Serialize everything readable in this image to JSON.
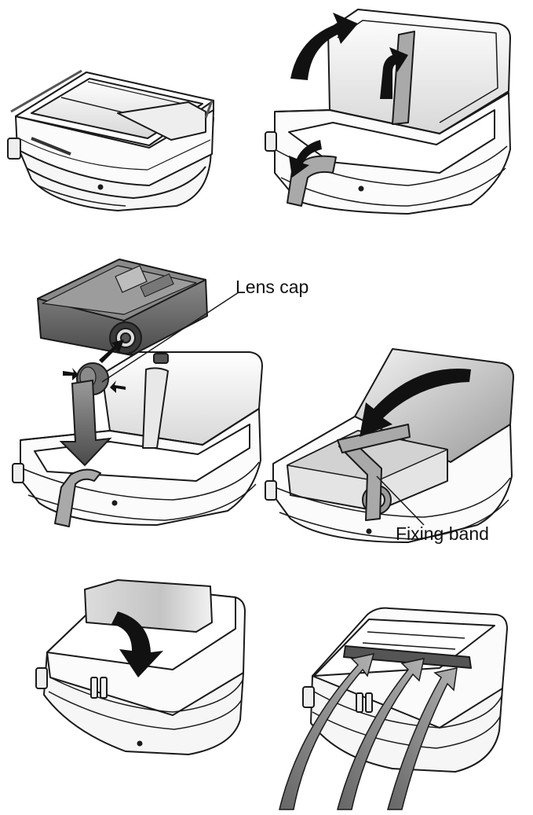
{
  "callouts": {
    "lens_cap": "Lens cap",
    "fixing_band": "Fixing band"
  },
  "colors": {
    "outline": "#1a1a1a",
    "case_fill": "#fbfbfb",
    "panel_gray": "#e6e6e6",
    "band_gray": "#a9a9a9",
    "arrow": "#111111",
    "projector_dark": "#5a5a5a"
  },
  "steps": [
    {
      "id": 1,
      "state": "carrying case closed, lid strapped"
    },
    {
      "id": 2,
      "state": "lid opened, fixing band pulled out"
    },
    {
      "id": 3,
      "state": "lens cap attached, projector lowered into case"
    },
    {
      "id": 4,
      "state": "fixing band wrapped, lid closing"
    },
    {
      "id": 5,
      "state": "front flap folded down"
    },
    {
      "id": 6,
      "state": "strap handle threaded through"
    }
  ]
}
